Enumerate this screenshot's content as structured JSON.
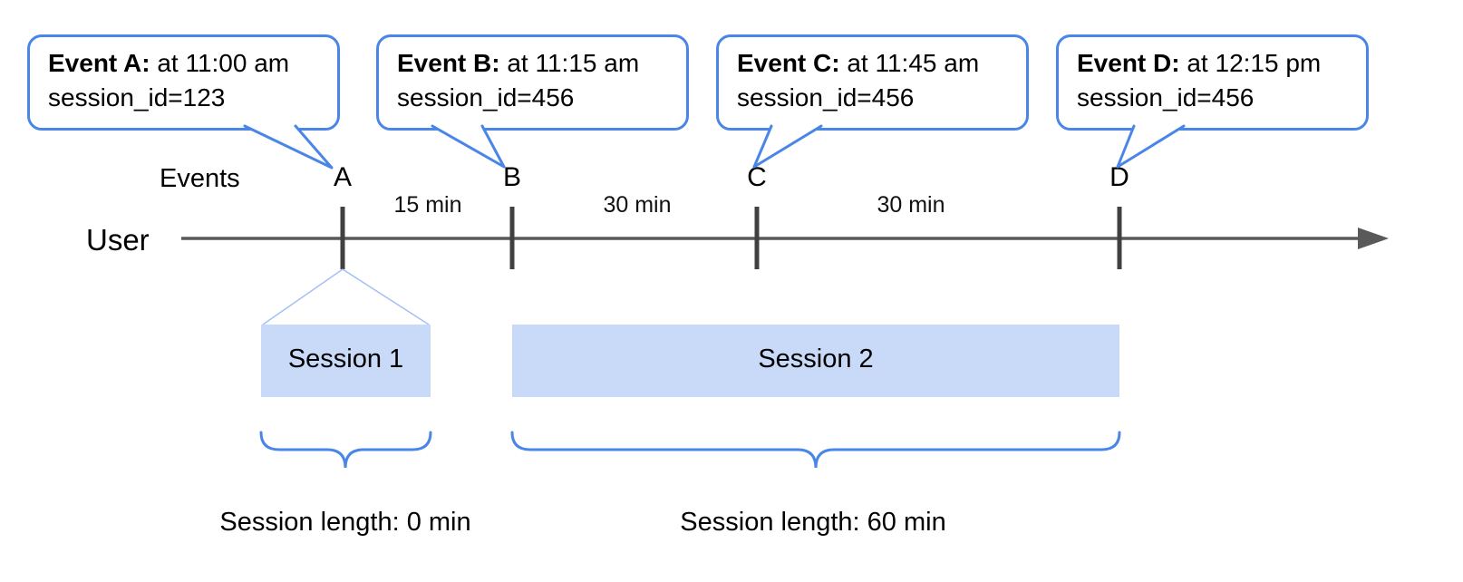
{
  "colors": {
    "accent_blue": "#4a86e8",
    "session_fill": "#c9daf8",
    "funnel_blue": "#a4c2f4",
    "timeline_gray": "#595959",
    "tick_gray": "#404040",
    "text": "#000000"
  },
  "rows": {
    "events_label": "Events",
    "user_label": "User"
  },
  "callouts": [
    {
      "label": "Event A:",
      "time": "at 11:00 am",
      "session": "session_id=123"
    },
    {
      "label": "Event B:",
      "time": "at 11:15 am",
      "session": "session_id=456"
    },
    {
      "label": "Event C:",
      "time": "at 11:45 am",
      "session": "session_id=456"
    },
    {
      "label": "Event D:",
      "time": "at 12:15 pm",
      "session": "session_id=456"
    }
  ],
  "markers": [
    "A",
    "B",
    "C",
    "D"
  ],
  "intervals": [
    "15 min",
    "30 min",
    "30 min"
  ],
  "sessions": [
    {
      "label": "Session 1",
      "length_label": "Session length: 0 min"
    },
    {
      "label": "Session 2",
      "length_label": "Session length: 60 min"
    }
  ]
}
